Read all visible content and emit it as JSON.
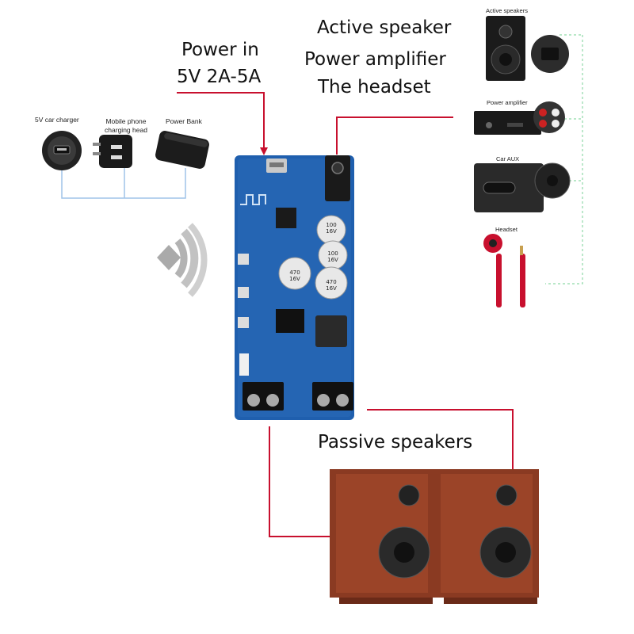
{
  "power_in": {
    "line1": "Power in",
    "line2": "5V 2A-5A"
  },
  "outputs_text": {
    "line1": "Active speaker",
    "line2": "Power amplifier",
    "line3": "The headset"
  },
  "power_sources": [
    {
      "label": "5V car charger"
    },
    {
      "label": "Mobile phone charging head"
    },
    {
      "label": "Power Bank"
    }
  ],
  "output_devices": [
    {
      "label": "Active speakers"
    },
    {
      "label": "Power amplifier"
    },
    {
      "label": "Car AUX"
    },
    {
      "label": "Headset"
    }
  ],
  "passive": {
    "label": "Passive speakers"
  },
  "board": {
    "capacitors": [
      {
        "text": "100\n16V"
      },
      {
        "text": "100\n16V"
      },
      {
        "text": "470\n16V"
      },
      {
        "text": "470\n16V"
      }
    ]
  },
  "colors": {
    "wire_red": "#c8102e",
    "wire_blue": "#9fc3e8",
    "wire_green": "#8fd9a8",
    "board_blue": "#1f5fae",
    "wood": "#8a3a22"
  }
}
